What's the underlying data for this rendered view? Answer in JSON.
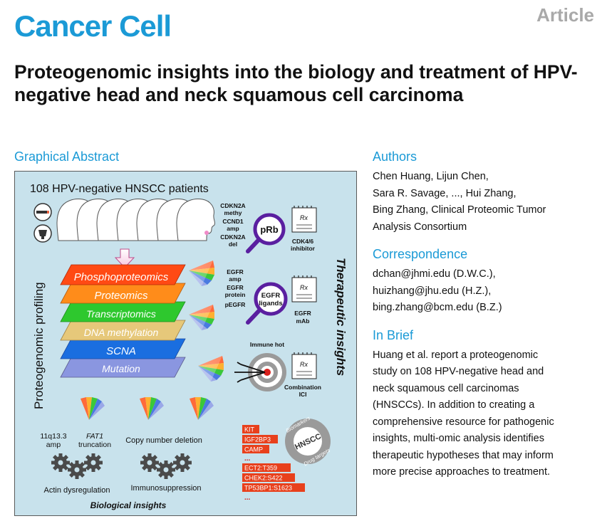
{
  "header": {
    "journal": "Cancer Cell",
    "article_type": "Article",
    "title": "Proteogenomic insights into the biology and treatment of HPV-negative head and neck squamous cell carcinoma"
  },
  "graphical_abstract": {
    "heading": "Graphical Abstract",
    "patients_label": "108 HPV-negative HNSCC patients",
    "profiling_label": "Proteogenomic profiling",
    "therapeutic_label": "Therapeutic insights",
    "biological_label": "Biological insights",
    "layers": [
      "Phosphoproteomics",
      "Proteomics",
      "Transcriptomics",
      "DNA methylation",
      "SCNA",
      "Mutation"
    ],
    "layer_colors": [
      "#ff4a14",
      "#ff8c1a",
      "#2ec82e",
      "#e6c87a",
      "#1a6ee0",
      "#8a96e0"
    ],
    "therapy_1": {
      "alterations": [
        "CDKN2A",
        "methy",
        "CCND1",
        "amp",
        "CDKN2A",
        "del"
      ],
      "target": "pRb",
      "drug": [
        "CDK4/6",
        "inhibitor"
      ]
    },
    "therapy_2": {
      "alterations": [
        "EGFR",
        "amp",
        "EGFR",
        "protein",
        "pEGFR"
      ],
      "target": [
        "EGFR",
        "ligands"
      ],
      "drug": [
        "EGFR",
        "mAb"
      ]
    },
    "therapy_3": {
      "label": "Immune hot",
      "drug": [
        "Combination",
        "ICI"
      ]
    },
    "rx_symbol": "Rx",
    "bio_insights": {
      "amp_label": [
        "11q13.3",
        "amp"
      ],
      "fat1_label": [
        "FAT1",
        "truncation"
      ],
      "deletion_label": "Copy number deletion",
      "actin_label": "Actin dysregulation",
      "immuno_label": "Immunosuppression"
    },
    "biomarkers_top": [
      "KIT",
      "IGF2BP3",
      "CAMP"
    ],
    "biomarkers_bottom": [
      "ECT2:T359",
      "CHEK2:S422",
      "TP53BP1:S1623"
    ],
    "ellipsis": "...",
    "seal": {
      "center": "HNSCC",
      "top_text": "Biomarkers",
      "bottom_text": "Drug targets"
    }
  },
  "authors": {
    "heading": "Authors",
    "lines": [
      "Chen Huang, Lijun Chen,",
      "Sara R. Savage, ..., Hui Zhang,",
      "Bing Zhang,  Clinical Proteomic Tumor",
      "Analysis Consortium"
    ]
  },
  "correspondence": {
    "heading": "Correspondence",
    "lines": [
      "dchan@jhmi.edu (D.W.C.),",
      "huizhang@jhu.edu (H.Z.),",
      "bing.zhang@bcm.edu (B.Z.)"
    ]
  },
  "in_brief": {
    "heading": "In Brief",
    "lines": [
      "Huang et al. report a proteogenomic",
      "study on 108 HPV-negative head and",
      "neck squamous cell carcinomas",
      "(HNSCCs). In addition to creating a",
      "comprehensive resource for pathogenic",
      "insights, multi-omic analysis identifies",
      "therapeutic hypotheses that may inform",
      "more precise approaches to treatment."
    ]
  },
  "colors": {
    "accent": "#1b9ad6",
    "panel_bg": "#c8e2ec",
    "purple": "#5a1fa0",
    "biomarker_red": "#e8401c",
    "gear": "#4a4a4a"
  }
}
